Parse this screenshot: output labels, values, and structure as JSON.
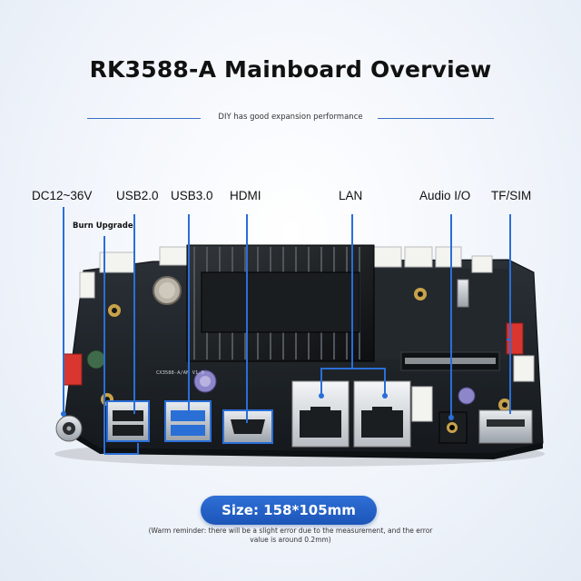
{
  "title": "RK3588-A Mainboard Overview",
  "subtitle": "DIY has good expansion performance",
  "labels": {
    "dc": "DC12~36V",
    "burn": "Burn Upgrade",
    "usb2": "USB2.0",
    "usb3": "USB3.0",
    "hdmi": "HDMI",
    "lan": "LAN",
    "audio": "Audio I/O",
    "tfsim": "TF/SIM"
  },
  "board_silkscreen": "CX3588-A/AN V1.0",
  "size": "Size: 158*105mm",
  "reminder_line1": "(Warm reminder: there will be a slight error due to the measurement, and the error",
  "reminder_line2": "value is around 0.2mm)",
  "colors": {
    "accent": "#1f5fcf",
    "pcb": "#1c2126",
    "callout": "#2a6ed8"
  }
}
